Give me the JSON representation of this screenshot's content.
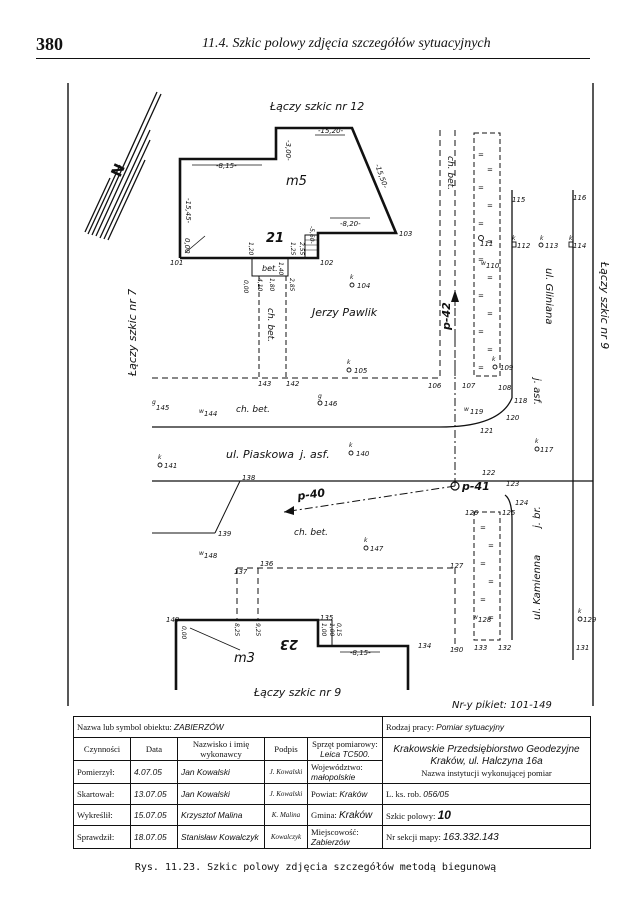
{
  "header": {
    "page_number": "380",
    "title": "11.4. Szkic polowy zdjęcia szczegółów sytuacyjnych"
  },
  "sketch": {
    "labels": {
      "top_link": "Łączy szkic nr 12",
      "bottom_link": "Łączy szkic nr 9",
      "left_link": "Łączy szkic nr 7",
      "right_link": "Łączy szkic nr 9",
      "north": "N",
      "bldg_top_name": "m5",
      "bldg_top_no": "21",
      "bldg_bottom_name": "m3",
      "bldg_bottom_no": "23",
      "owner": "Jerzy Pawlik",
      "chbet": "ch. bet.",
      "bet": "bet.",
      "street_piaskowa": "ul. Piaskowa",
      "asf": "j. asf.",
      "street_gliniana": "ul. Gliniana",
      "street_kamienna": "ul. Kamienna",
      "jbr": "j. br.",
      "st_p40": "p-40",
      "st_p41": "p-41",
      "st_p42": "p-42",
      "pickets": "Nr-y pikiet: 101-149",
      "k": "k",
      "g": "g",
      "w": "w"
    },
    "measures": {
      "m_815_top": "-8,15-",
      "m_1520": "-15,20-",
      "m_300": "-3,00-",
      "m_1550": "-15,50-",
      "m_820": "-8,20-",
      "m_1545": "-15,45-",
      "m_560": "-5,60-",
      "m_000a": "0,00",
      "m_000b": "0,00",
      "m_000c": "0,00",
      "m_100a": "1,00",
      "m_100b": "1,00",
      "m_120": "1,20",
      "m_125": "1,25",
      "m_255": "2,55",
      "m_410": "4,10",
      "m_140": "1,40",
      "m_180": "1,80",
      "m_285": "2,85",
      "m_925": "9,25",
      "m_015": "0,15",
      "m_815_bot": "-8,15-",
      "m_825": "8,25"
    },
    "points": {
      "p101": "101",
      "p102": "102",
      "p103": "103",
      "p104": "104",
      "p105": "105",
      "p106": "106",
      "p107": "107",
      "p108": "108",
      "p109": "109",
      "p110": "110",
      "p111": "111",
      "p112": "112",
      "p113": "113",
      "p114": "114",
      "p115": "115",
      "p116": "116",
      "p117": "117",
      "p118": "118",
      "p119": "119",
      "p120": "120",
      "p121": "121",
      "p122": "122",
      "p123": "123",
      "p124": "124",
      "p125": "125",
      "p126": "126",
      "p127": "127",
      "p128": "128",
      "p129": "129",
      "p130": "130",
      "p131": "131",
      "p132": "132",
      "p133": "133",
      "p134": "134",
      "p135": "135",
      "p136": "136",
      "p137": "137",
      "p138": "138",
      "p139": "139",
      "p140": "140",
      "p141": "141",
      "p142": "142",
      "p143": "143",
      "p144": "144",
      "p145": "145",
      "p146": "146",
      "p147": "147",
      "p148": "148",
      "p149": "149"
    }
  },
  "table": {
    "object_label": "Nazwa lub symbol obiektu:",
    "object_value": "ZABIERZÓW",
    "work_label": "Rodzaj pracy:",
    "work_value": "Pomiar sytuacyjny",
    "col_activity": "Czynności",
    "col_date": "Data",
    "col_name": "Nazwisko i imię wykonawcy",
    "col_sign": "Podpis",
    "equip_label": "Sprzęt pomiarowy:",
    "equip_value": "Leica TC500.",
    "firm_name": "Krakowskie Przedsiębiorstwo Geodezyjne Kraków, ul. Halczyna 16a",
    "firm_caption": "Nazwa instytucji wykonującej pomiar",
    "rows": [
      {
        "activity": "Pomierzył:",
        "date": "4.07.05",
        "name": "Jan Kowalski",
        "sign": "J. Kowalski"
      },
      {
        "activity": "Skartował:",
        "date": "13.07.05",
        "name": "Jan Kowalski",
        "sign": "J. Kowalski"
      },
      {
        "activity": "Wykreślił:",
        "date": "15.07.05",
        "name": "Krzysztof Malina",
        "sign": "K. Malina"
      },
      {
        "activity": "Sprawdził:",
        "date": "18.07.05",
        "name": "Stanisław Kowalczyk",
        "sign": "Kowalczyk"
      }
    ],
    "voiv_label": "Województwo:",
    "voiv_value": "małopolskie",
    "district_label": "Powiat:",
    "district_value": "Kraków",
    "commune_label": "Gmina:",
    "commune_value": "Kraków",
    "locality_label": "Miejscowość:",
    "locality_value": "Zabierzów",
    "ks_label": "L. ks. rob.",
    "ks_value": "056/05",
    "sketch_label": "Szkic polowy:",
    "sketch_value": "10",
    "section_label": "Nr sekcji mapy:",
    "section_value": "163.332.143"
  },
  "caption": "Rys. 11.23. Szkic polowy zdjęcia szczegółów metodą biegunową"
}
